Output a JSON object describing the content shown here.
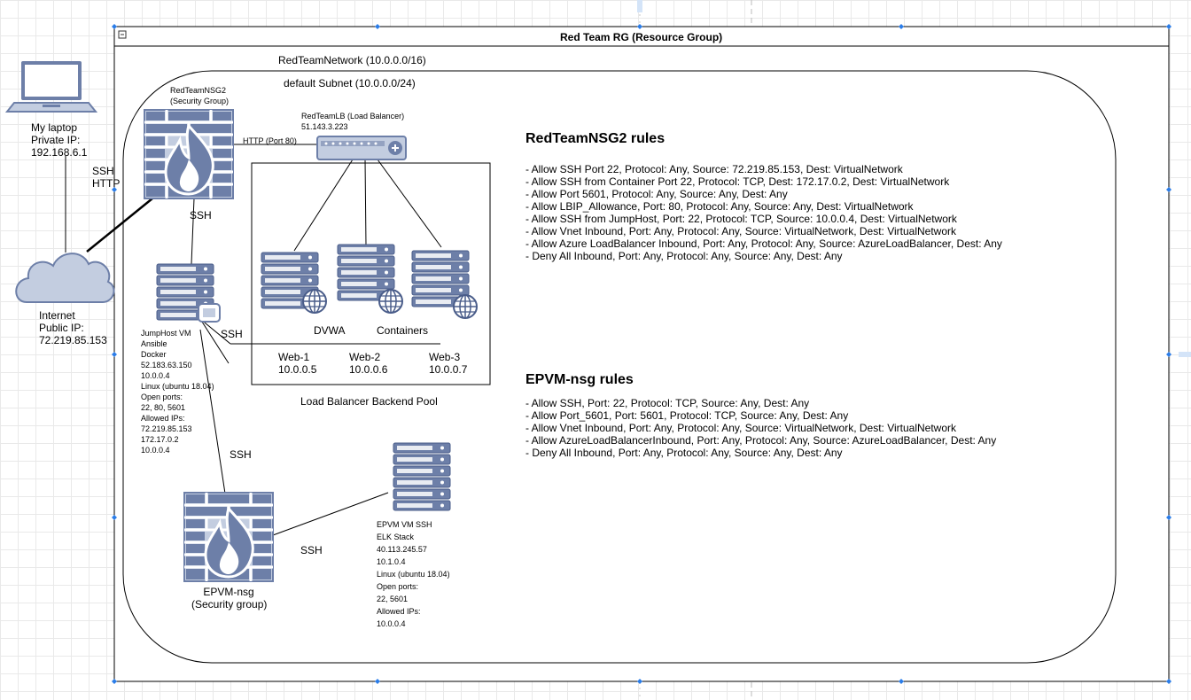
{
  "diagram": {
    "resource_group": {
      "title": "Red Team RG (Resource Group)",
      "collapse_glyph": "⊟"
    },
    "vnet_label": "RedTeamNetwork (10.0.0.0/16)",
    "subnet_label": "default Subnet (10.0.0.0/24)",
    "laptop": {
      "lines": [
        "My laptop",
        "Private IP:",
        "192.168.6.1"
      ],
      "icon": "laptop-icon"
    },
    "laptop_link_label": [
      "SSH",
      "HTTP"
    ],
    "internet": {
      "lines": [
        "Internet",
        "Public IP:",
        "72.219.85.153"
      ],
      "icon": "cloud-icon"
    },
    "nsg2": {
      "lines": [
        "RedTeamNSG2",
        "(Security Group)"
      ],
      "icon": "firewall-icon"
    },
    "lb": {
      "lines": [
        "RedTeamLB (Load Balancer)",
        "51.143.3.223"
      ],
      "icon": "load-balancer-icon"
    },
    "http_label": "HTTP (Port 80)",
    "ssh_labels": {
      "nsg_to_jump": "SSH",
      "jump_to_pool": "SSH",
      "jump_to_epnsg": "SSH",
      "epnsg_to_epvm": "SSH"
    },
    "jumphost": {
      "lines": [
        "JumpHost VM",
        "Ansible",
        "Docker",
        "52.183.63.150",
        "10.0.0.4",
        "Linux (ubuntu 18.04)",
        "Open ports:",
        "22, 80, 5601",
        "Allowed IPs:",
        "72.219.85.153",
        "172.17.0.2",
        "10.0.0.4"
      ]
    },
    "pool": {
      "label": "Load Balancer Backend Pool",
      "dvwa_label": "DVWA",
      "containers_label": "Containers",
      "servers": [
        {
          "name": "Web-1",
          "ip": "10.0.0.5"
        },
        {
          "name": "Web-2",
          "ip": "10.0.0.6"
        },
        {
          "name": "Web-3",
          "ip": "10.0.0.7"
        }
      ]
    },
    "epvm_nsg": {
      "lines": [
        "EPVM-nsg",
        "(Security group)"
      ]
    },
    "epvm": {
      "lines": [
        "EPVM VM SSH",
        "ELK Stack",
        "40.113.245.57",
        "10.1.0.4",
        "Linux (ubuntu 18.04)",
        "Open ports:",
        "22, 5601",
        "Allowed IPs:",
        "10.0.0.4"
      ]
    }
  },
  "nsg2_rules": {
    "title": "RedTeamNSG2 rules",
    "items": [
      "- Allow SSH Port 22, Protocol: Any, Source: 72.219.85.153, Dest: VirtualNetwork",
      "- Allow SSH from Container Port 22, Protocol: TCP, Dest: 172.17.0.2, Dest: VirtualNetwork",
      "- Allow Port 5601, Protocol: Any, Source: Any, Dest: Any",
      "- Allow LBIP_Allowance, Port: 80, Protocol: Any, Source: Any, Dest: VirtualNetwork",
      "- Allow SSH from JumpHost, Port: 22, Protocol: TCP, Source: 10.0.0.4, Dest: VirtualNetwork",
      "- Allow Vnet Inbound, Port: Any, Protocol: Any, Source: VirtualNetwork, Dest: VirtualNetwork",
      "- Allow Azure LoadBalancer Inbound, Port: Any, Protocol: Any, Source: AzureLoadBalancer, Dest: Any",
      "- Deny All Inbound, Port: Any, Protocol: Any, Source: Any, Dest: Any"
    ]
  },
  "epvm_rules": {
    "title": "EPVM-nsg rules",
    "items": [
      "- Allow SSH, Port: 22, Protocol: TCP, Source: Any, Dest: Any",
      "- Allow Port_5601, Port: 5601, Protocol: TCP, Source: Any, Dest: Any",
      "- Allow Vnet Inbound, Port: Any, Protocol: Any, Source: VirtualNetwork, Dest: VirtualNetwork",
      "- Allow AzureLoadBalancerInbound, Port: Any, Protocol: Any, Source: AzureLoadBalancer, Dest: Any",
      "- Deny All Inbound, Port: Any, Protocol: Any, Source: Any, Dest: Any"
    ]
  },
  "colors": {
    "icon_fill": "#6d7fa8",
    "icon_dark": "#4a5d8a",
    "icon_light": "#c3cde0",
    "selection": "#2b7de9",
    "line": "#000000"
  }
}
